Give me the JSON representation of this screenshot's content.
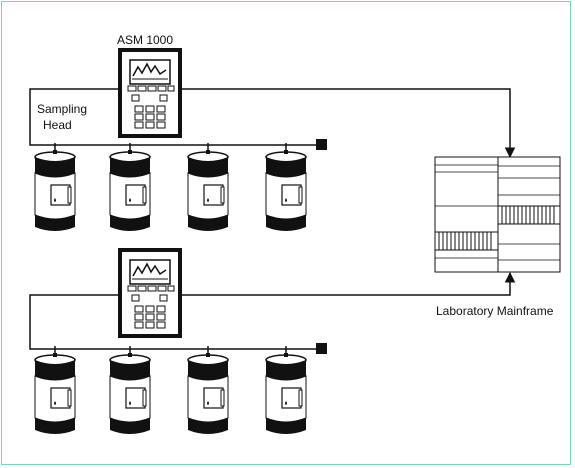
{
  "labels": {
    "device": "ASM 1000",
    "sampling_head_line1": "Sampling",
    "sampling_head_line2": "Head",
    "mainframe": "Laboratory Mainframe"
  },
  "colors": {
    "border": "#7fcfc7",
    "ink": "#111111"
  }
}
